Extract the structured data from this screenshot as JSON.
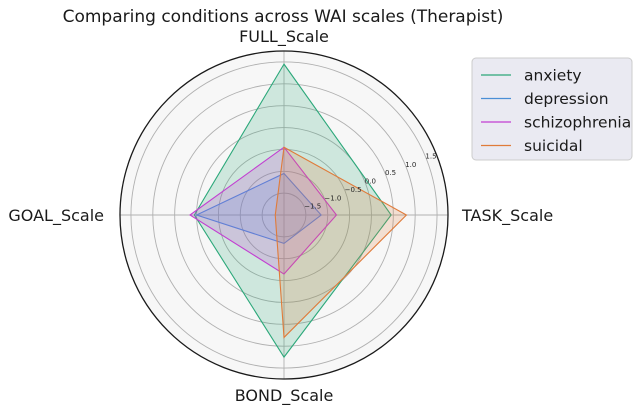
{
  "chart_data": {
    "type": "radar",
    "title": "Comparing conditions across WAI scales (Therapist)",
    "axes": [
      "FULL_Scale",
      "TASK_Scale",
      "BOND_Scale",
      "GOAL_Scale"
    ],
    "rlim": [
      -2.0,
      1.75
    ],
    "r_ticks": [
      -1.5,
      -1.0,
      -0.5,
      0.0,
      0.5,
      1.0,
      1.5
    ],
    "r_tick_labels": [
      "−1.5",
      "−1.0",
      "−0.5",
      "0.0",
      "0.5",
      "1.0",
      "1.5"
    ],
    "grid": true,
    "legend_position": "outside-right",
    "series": [
      {
        "name": "anxiety",
        "color": "#2ca87a",
        "values": [
          1.45,
          0.45,
          1.25,
          0.05
        ],
        "filled": true
      },
      {
        "name": "depression",
        "color": "#4a8fd6",
        "values": [
          -1.05,
          -1.15,
          -1.35,
          0.0
        ],
        "filled": true
      },
      {
        "name": "schizophrenia",
        "color": "#c23fd1",
        "values": [
          -0.45,
          -0.8,
          -0.65,
          0.15
        ],
        "filled": true
      },
      {
        "name": "suicidal",
        "color": "#e07b3a",
        "values": [
          -0.45,
          0.8,
          0.8,
          -1.8
        ],
        "filled": true
      }
    ]
  }
}
